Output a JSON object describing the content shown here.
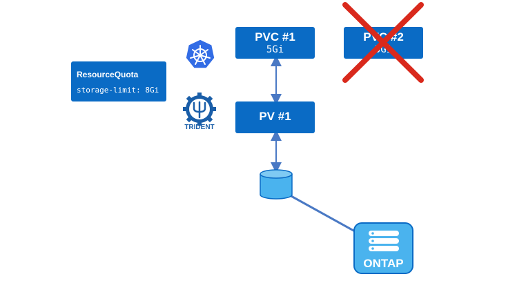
{
  "resource_quota": {
    "title": "ResourceQuota",
    "spec": "storage-limit: 8Gi"
  },
  "pvc1": {
    "title": "PVC #1",
    "size": "5Gi"
  },
  "pvc2": {
    "title": "PVC #2",
    "size": "5Gi",
    "status": "rejected"
  },
  "pv1": {
    "title": "PV #1"
  },
  "trident": {
    "label": "TRIDENT"
  },
  "ontap": {
    "label": "ONTAP"
  },
  "icons": {
    "kubernetes": "kubernetes-logo-icon",
    "trident": "trident-logo-icon",
    "volume": "volume-cylinder-icon",
    "ontap": "server-stack-icon"
  },
  "colors": {
    "box": "#0a6bc5",
    "connector": "#4a79c4",
    "reject": "#d9291c",
    "storage": "#4ab3ee"
  }
}
